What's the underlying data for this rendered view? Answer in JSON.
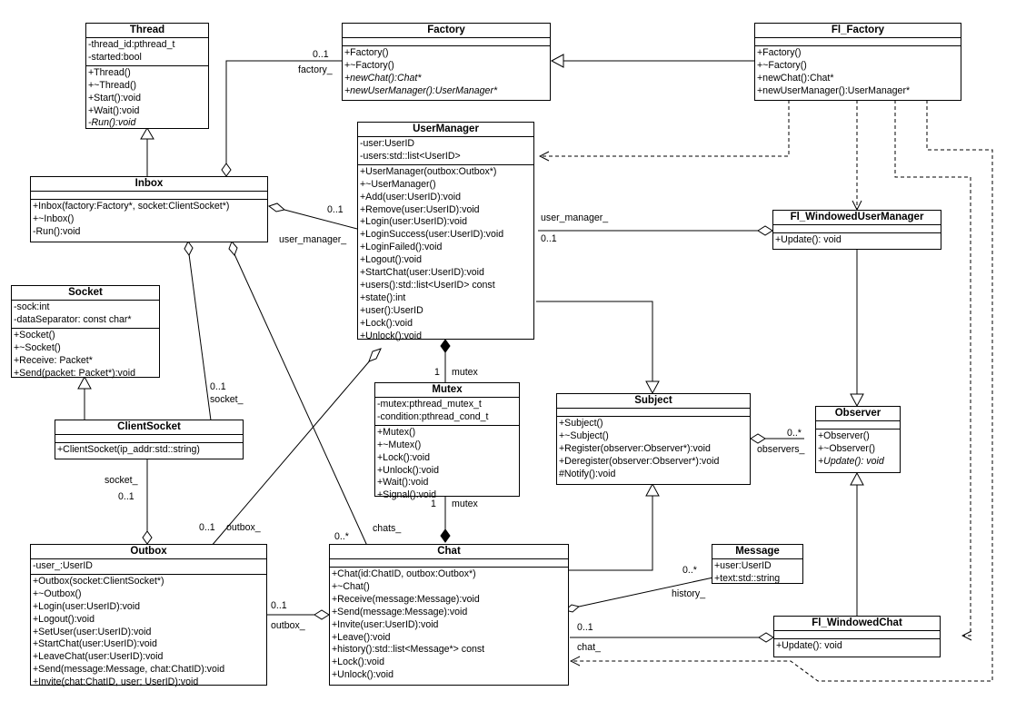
{
  "classes": {
    "thread": {
      "name": "Thread",
      "attrs": [
        "-thread_id:pthread_t",
        "-started:bool"
      ],
      "ops": [
        "+Thread()",
        "+~Thread()",
        "+Start():void",
        "+Wait():void",
        "-Run():void"
      ]
    },
    "factory": {
      "name": "Factory",
      "attrs": [],
      "ops": [
        "+Factory()",
        "+~Factory()",
        "+newChat():Chat*",
        "+newUserManager():UserManager*"
      ]
    },
    "fl_factory": {
      "name": "Fl_Factory",
      "attrs": [],
      "ops": [
        "+Factory()",
        "+~Factory()",
        "+newChat():Chat*",
        "+newUserManager():UserManager*"
      ]
    },
    "inbox": {
      "name": "Inbox",
      "attrs": [],
      "ops": [
        "+Inbox(factory:Factory*, socket:ClientSocket*)",
        "+~Inbox()",
        "-Run():void"
      ]
    },
    "usermanager": {
      "name": "UserManager",
      "attrs": [
        "-user:UserID",
        "-users:std::list<UserID>"
      ],
      "ops": [
        "+UserManager(outbox:Outbox*)",
        "+~UserManager()",
        "+Add(user:UserID):void",
        "+Remove(user:UserID):void",
        "+Login(user:UserID):void",
        "+LoginSuccess(user:UserID):void",
        "+LoginFailed():void",
        "+Logout():void",
        "+StartChat(user:UserID):void",
        "+users():std::list<UserID> const",
        "+state():int",
        "+user():UserID",
        "+Lock():void",
        "+Unlock():void"
      ]
    },
    "fl_wum": {
      "name": "Fl_WindowedUserManager",
      "attrs": [],
      "ops": [
        "+Update(): void"
      ]
    },
    "socket": {
      "name": "Socket",
      "attrs": [
        "-sock:int",
        "-dataSeparator: const char*"
      ],
      "ops": [
        "+Socket()",
        "+~Socket()",
        "+Receive: Packet*",
        "+Send(packet: Packet*):void"
      ]
    },
    "clientsocket": {
      "name": "ClientSocket",
      "attrs": [],
      "ops": [
        "+ClientSocket(ip_addr:std::string)"
      ]
    },
    "mutex": {
      "name": "Mutex",
      "attrs": [
        "-mutex:pthread_mutex_t",
        "-condition:pthread_cond_t"
      ],
      "ops": [
        "+Mutex()",
        "+~Mutex()",
        "+Lock():void",
        "+Unlock():void",
        "+Wait():void",
        "+Signal():void"
      ]
    },
    "subject": {
      "name": "Subject",
      "attrs": [],
      "ops": [
        "+Subject()",
        "+~Subject()",
        "+Register(observer:Observer*):void",
        "+Deregister(observer:Observer*):void",
        "#Notify():void"
      ]
    },
    "observer": {
      "name": "Observer",
      "attrs": [],
      "ops": [
        "+Observer()",
        "+~Observer()",
        "+Update(): void"
      ]
    },
    "outbox": {
      "name": "Outbox",
      "attrs": [
        "-user_:UserID"
      ],
      "ops": [
        "+Outbox(socket:ClientSocket*)",
        "+~Outbox()",
        "+Login(user:UserID):void",
        "+Logout():void",
        "+SetUser(user:UserID):void",
        "+StartChat(user:UserID):void",
        "+LeaveChat(user:UserID):void",
        "+Send(message:Message, chat:ChatID):void",
        "+Invite(chat:ChatID, user; UserID):void"
      ]
    },
    "chat": {
      "name": "Chat",
      "attrs": [],
      "ops": [
        "+Chat(id:ChatID, outbox:Outbox*)",
        "+~Chat()",
        "+Receive(message:Message):void",
        "+Send(message:Message):void",
        "+Invite(user:UserID):void",
        "+Leave():void",
        "+history():std::list<Message*> const",
        "+Lock():void",
        "+Unlock():void"
      ]
    },
    "message": {
      "name": "Message",
      "attrs": [
        "+user:UserID",
        "+text:std::string"
      ],
      "ops": []
    },
    "fl_wchat": {
      "name": "Fl_WindowedChat",
      "attrs": [],
      "ops": [
        "+Update(): void"
      ]
    }
  },
  "labels": {
    "factory_mult": "0..1",
    "factory_role": "factory_",
    "inbox_um_mult": "0..1",
    "inbox_um_role": "user_manager_",
    "flwum_role": "user_manager_",
    "flwum_mult": "0..1",
    "mutex_um_mult": "1",
    "mutex_um_role": "mutex",
    "mutex_chat_mult": "1",
    "mutex_chat_role": "mutex",
    "socket_mult": "0..1",
    "socket_role": "socket_",
    "outbox_socket_role": "socket_",
    "outbox_socket_mult": "0..1",
    "um_outbox_mult": "0..1",
    "um_outbox_role": "outbox_",
    "chats_mult": "0..*",
    "chats_role": "chats_",
    "chat_outbox_mult": "0..1",
    "chat_outbox_role": "outbox_",
    "observers_mult": "0..*",
    "observers_role": "observers_",
    "history_mult": "0..*",
    "history_role": "history_",
    "flwchat_mult": "0..1",
    "flwchat_role": "chat_"
  },
  "emphasis": {
    "italic_ops": [
      "thread.4",
      "factory.2",
      "factory.3",
      "observer.2"
    ]
  }
}
